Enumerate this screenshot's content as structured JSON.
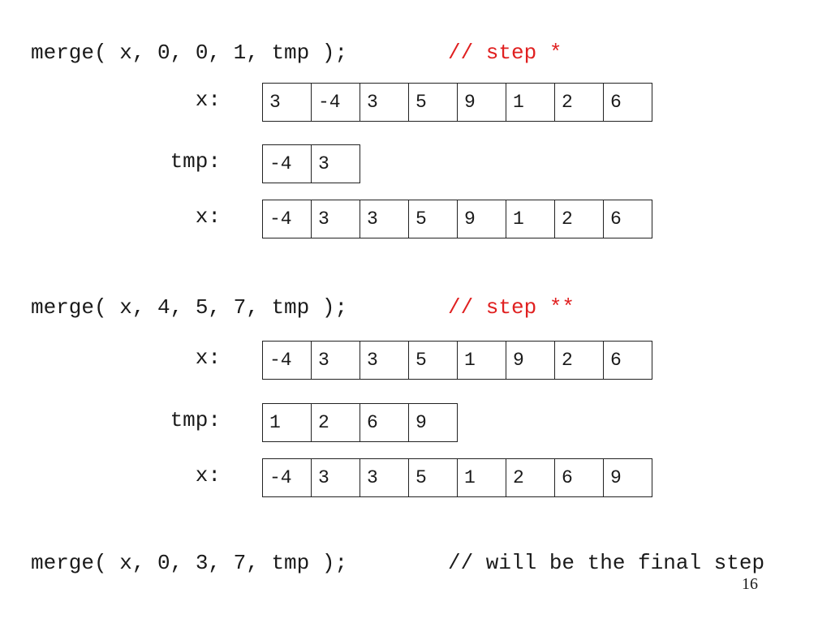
{
  "steps": [
    {
      "code": "merge( x, 0, 0, 1, tmp );",
      "comment": "// step *",
      "rows": [
        {
          "label": "x:",
          "cells": [
            "3",
            "-4",
            "3",
            "5",
            "9",
            "1",
            "2",
            "6"
          ]
        },
        {
          "label": "tmp:",
          "cells": [
            "-4",
            "3"
          ]
        },
        {
          "label": "x:",
          "cells": [
            "-4",
            "3",
            "3",
            "5",
            "9",
            "1",
            "2",
            "6"
          ]
        }
      ]
    },
    {
      "code": "merge( x, 4, 5, 7, tmp );",
      "comment": "// step **",
      "rows": [
        {
          "label": "x:",
          "cells": [
            "-4",
            "3",
            "3",
            "5",
            "1",
            "9",
            "2",
            "6"
          ]
        },
        {
          "label": "tmp:",
          "cells": [
            "1",
            "2",
            "6",
            "9"
          ]
        },
        {
          "label": "x:",
          "cells": [
            "-4",
            "3",
            "3",
            "5",
            "1",
            "2",
            "6",
            "9"
          ]
        }
      ]
    },
    {
      "code": "merge( x, 0, 3, 7, tmp );",
      "comment": "// will be the final step",
      "rows": []
    }
  ],
  "colors": {
    "comment_highlight": "#e02020",
    "text": "#1a1a1a"
  },
  "page_number": "16"
}
